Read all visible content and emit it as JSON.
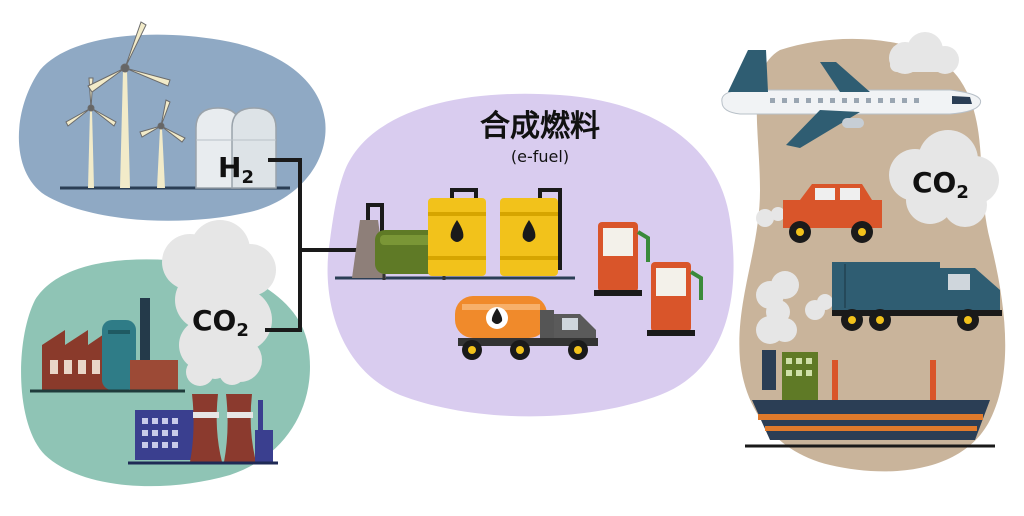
{
  "title": "合成燃料",
  "subtitle": "(e-fuel)",
  "h2_label": {
    "main": "H",
    "sub": "2"
  },
  "co2_left": {
    "main": "CO",
    "sub": "2"
  },
  "co2_right": {
    "main": "CO",
    "sub": "2"
  },
  "colors": {
    "blob_hydrogen": "#8FA9C4",
    "blob_factory": "#8FC4B5",
    "blob_center": "#D9CCEF",
    "blob_right": "#C9B49B",
    "drum_yellow": "#F2C21B",
    "pump_orange": "#D9552A",
    "line_dark": "#1a1a1a"
  }
}
